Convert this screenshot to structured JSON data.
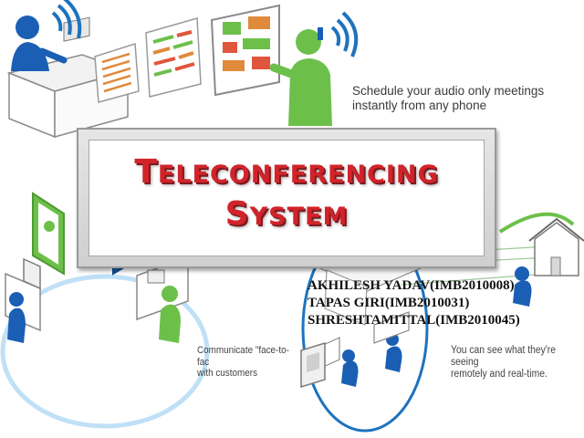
{
  "captions": {
    "top_right": [
      "Schedule your audio only meetings",
      "instantly from any phone"
    ],
    "bottom_left": [
      "Communicate \"face-to-fac",
      "with customers"
    ],
    "bottom_right": [
      "You can see what they're seeing",
      "remotely and real-time."
    ]
  },
  "title": {
    "line1": {
      "first": "T",
      "rest": "ELECONFERENCING"
    },
    "line2": {
      "first": "S",
      "rest": "YSTEM"
    }
  },
  "authors": [
    "AKHILESH YADAV(IMB2010008)",
    "TAPAS GIRI(IMB2010031)",
    "SHRESHTAMITTAL(IMB2010045)"
  ],
  "colors": {
    "title_red": "#d2232a",
    "figure_blue": "#1a5fb4",
    "figure_green": "#6cc04a",
    "signal_blue": "#1e73be",
    "ring_lightblue": "#a9d3f0"
  },
  "icons": [
    "person-at-desk-icon",
    "wifi-signal-icon",
    "presentation-board-icon",
    "person-on-phone-icon",
    "video-screen-icon",
    "computer-icon",
    "house-icon"
  ]
}
